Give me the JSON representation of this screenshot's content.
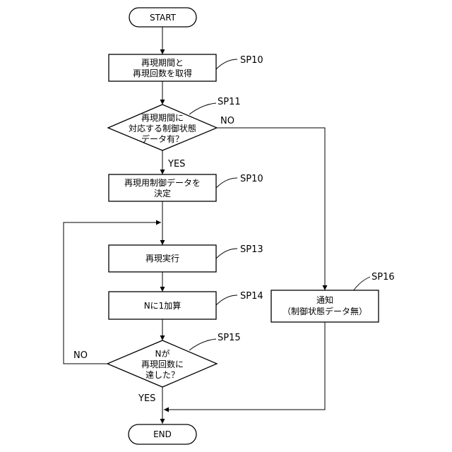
{
  "flowchart": {
    "nodes": {
      "start": {
        "lines": [
          "START"
        ]
      },
      "step1": {
        "lines": [
          "再現期間と",
          "再現回数を取得"
        ]
      },
      "decision1": {
        "lines": [
          "再現期間に",
          "対応する制御状態",
          "データ有？"
        ]
      },
      "step2": {
        "lines": [
          "再現用制御データを",
          "決定"
        ]
      },
      "step3": {
        "lines": [
          "再現実行"
        ]
      },
      "step4": {
        "lines": [
          "Nに1加算"
        ]
      },
      "decision2": {
        "lines": [
          "Nが",
          "再現回数に",
          "達した？"
        ]
      },
      "notify": {
        "lines": [
          "通知",
          "（制御状態データ無）"
        ]
      },
      "end": {
        "lines": [
          "END"
        ]
      }
    },
    "step_tags": {
      "step1": "SP10",
      "decision1": "SP11",
      "step2": "SP10",
      "step3": "SP13",
      "step4": "SP14",
      "decision2": "SP15",
      "notify": "SP16"
    },
    "edge_labels": {
      "decision1_no": "NO",
      "decision1_yes": "YES",
      "decision2_no": "NO",
      "decision2_yes": "YES"
    }
  }
}
